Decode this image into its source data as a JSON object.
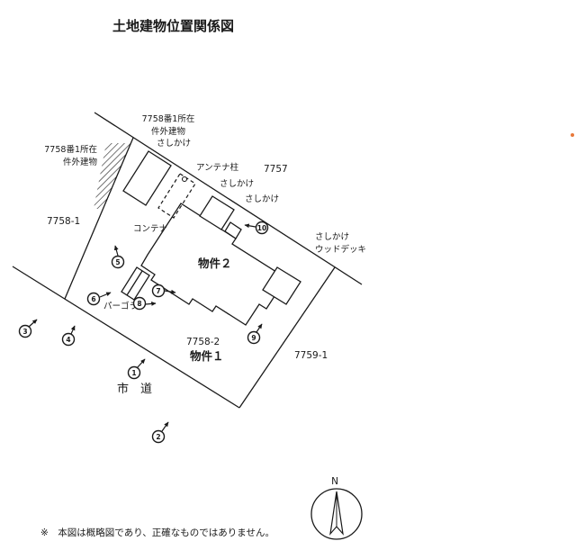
{
  "title": "土地建物位置関係図",
  "lots": {
    "lot_7757": "7757",
    "lot_7758_1": "7758-1",
    "lot_7758_2": "7758-2",
    "lot_7759_1": "7759-1"
  },
  "properties": {
    "property_1": "物件１",
    "property_2": "物件２"
  },
  "structures": {
    "outside_building_top": [
      "7758番1所在",
      "件外建物",
      "さしかけ"
    ],
    "outside_building_left": [
      "7758番1所在",
      "件外建物"
    ],
    "antenna": "アンテナ柱",
    "lean_to_front": "さしかけ",
    "lean_to_side": "さしかけ",
    "container": "コンテナ",
    "deck": [
      "さしかけ",
      "ウッドデッキ"
    ],
    "pergola": "パーゴラ"
  },
  "road": "市　道",
  "compass": {
    "north": "N"
  },
  "photo_points": [
    "1",
    "2",
    "3",
    "4",
    "5",
    "6",
    "7",
    "8",
    "9",
    "10"
  ],
  "note": "※　本図は概略図であり、正確なものではありません。",
  "colors": {
    "line": "#1a1a1a",
    "background": "#ffffff",
    "stray_mark": "#e8793a"
  }
}
